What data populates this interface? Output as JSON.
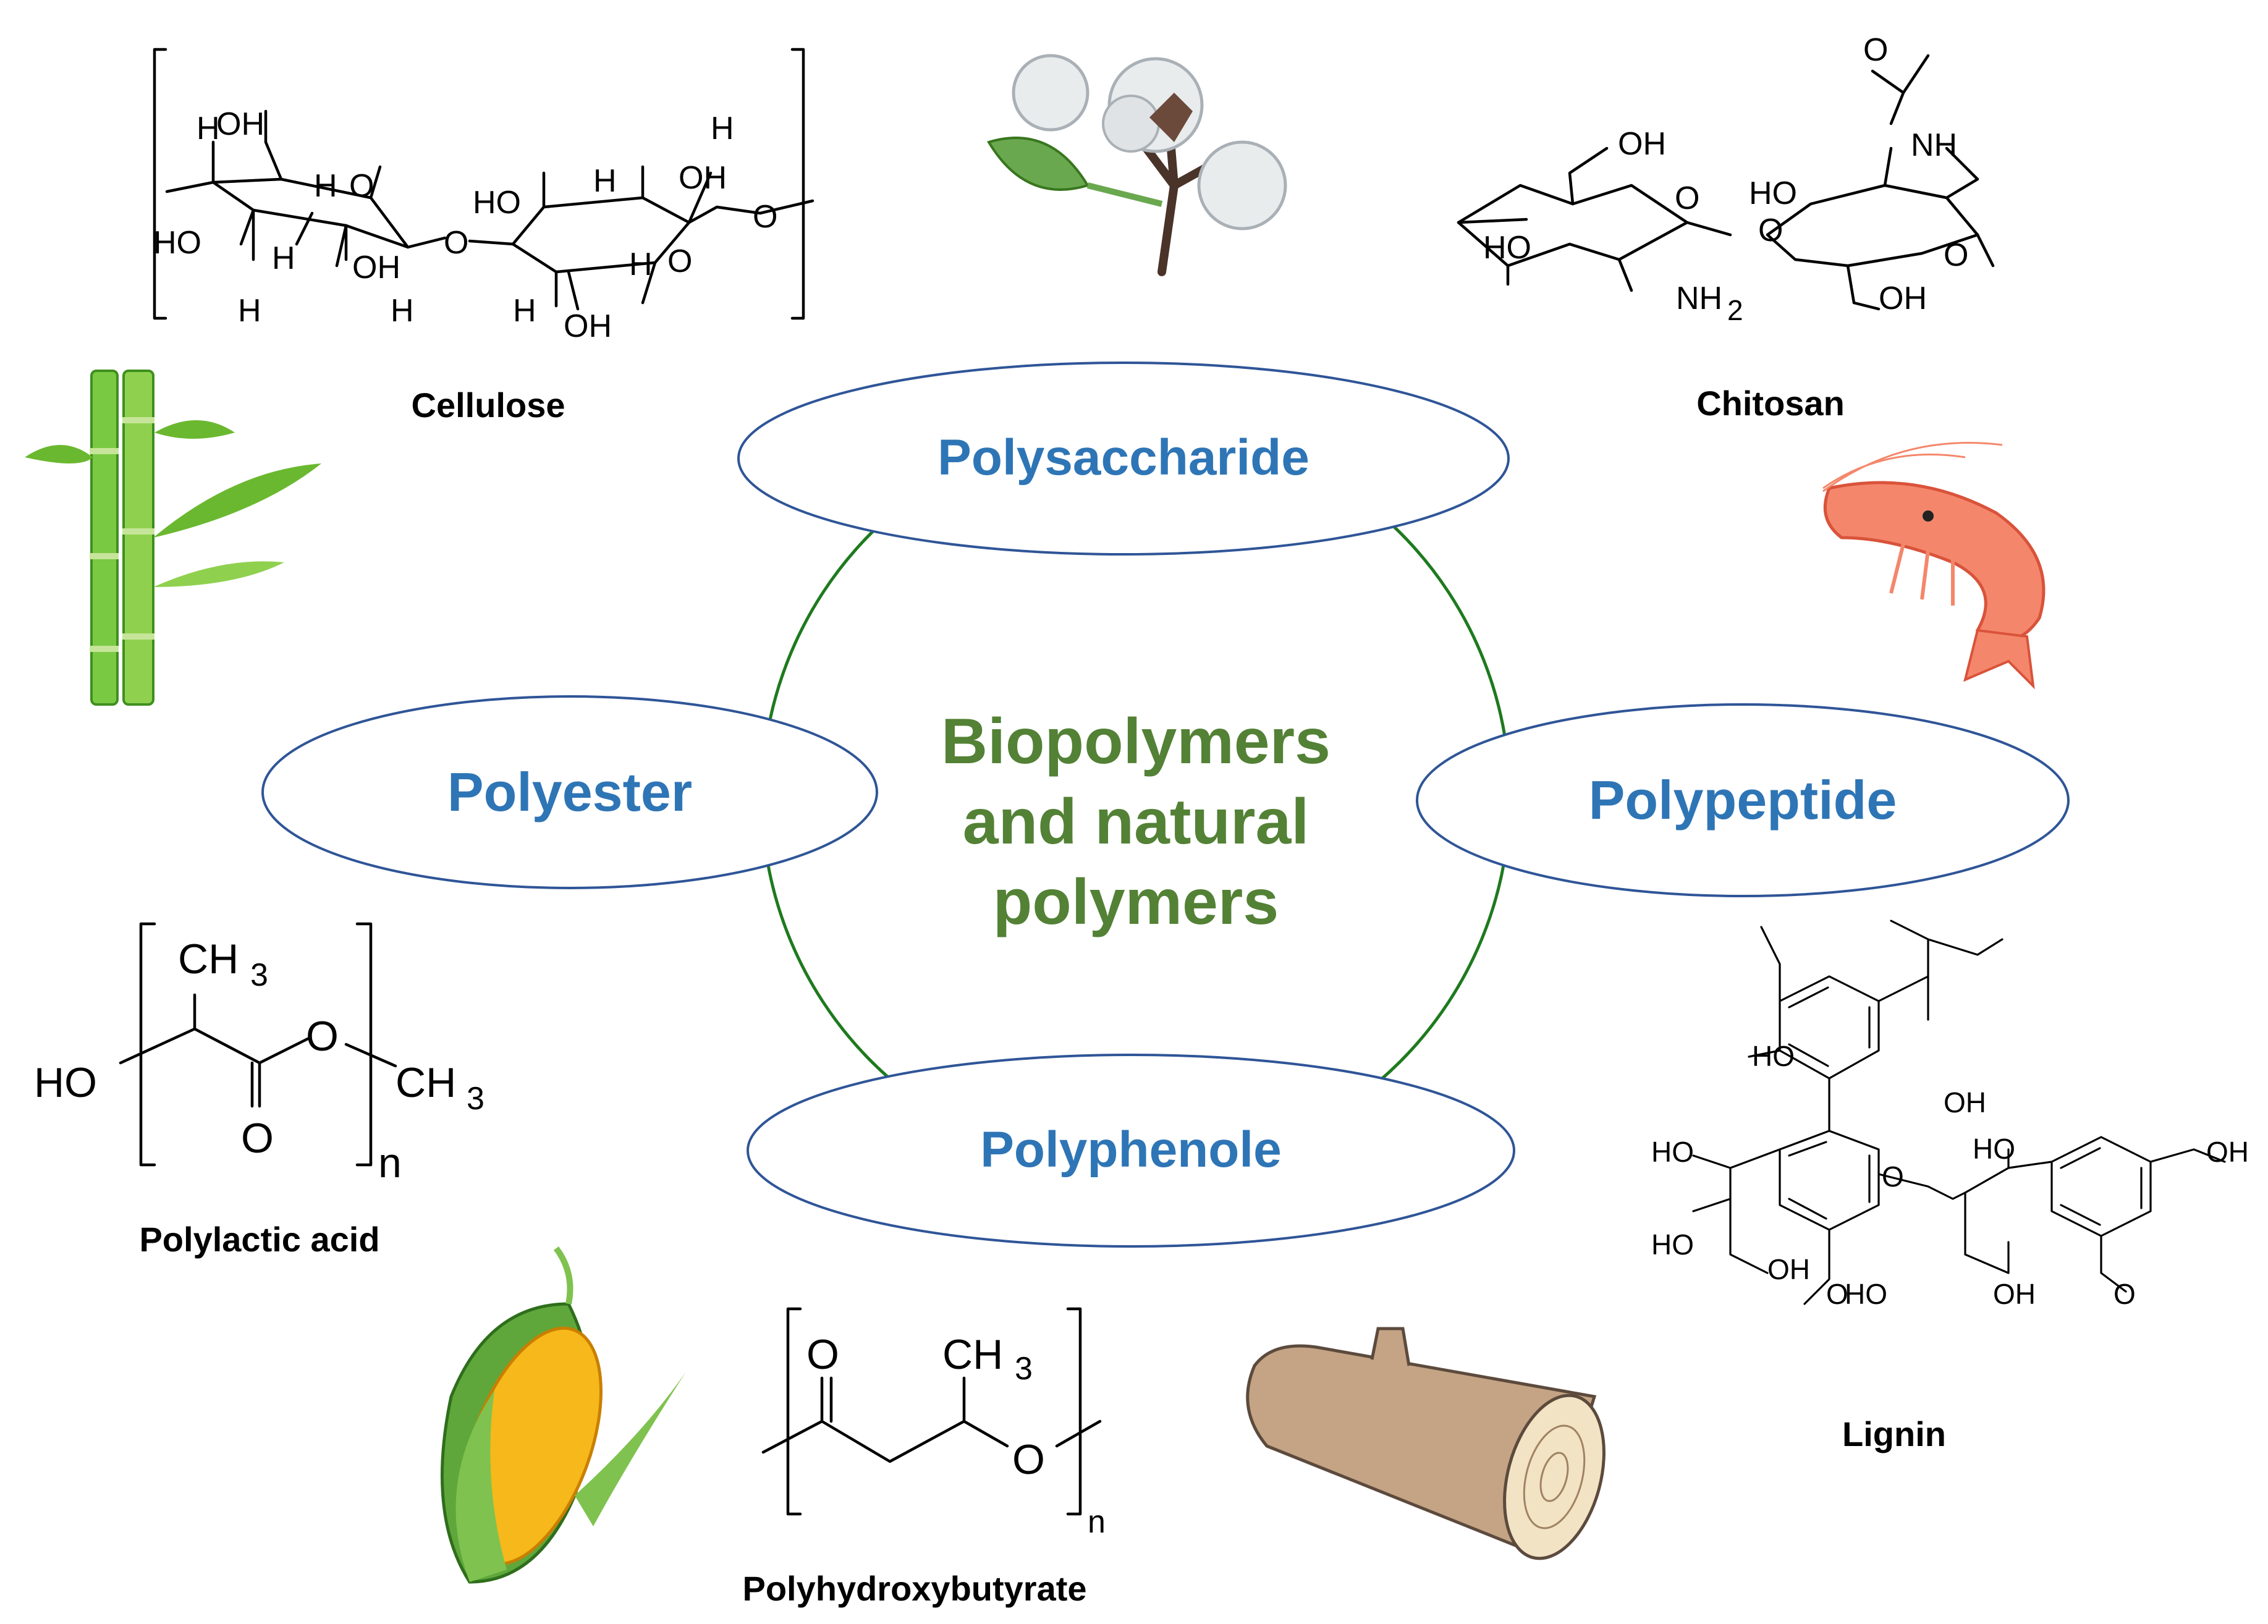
{
  "center": {
    "line1": "Biopolymers",
    "line2": "and natural",
    "line3": "polymers",
    "color": "#538135",
    "ring_color": "#1e7a1e"
  },
  "categories": {
    "polysaccharide": "Polysaccharide",
    "polyester": "Polyester",
    "polypeptide": "Polypeptide",
    "polyphenole": "Polyphenole",
    "color": "#2e75b6",
    "ellipse_stroke": "#2f5597"
  },
  "structures": {
    "cellulose": "Cellulose",
    "chitosan": "Chitosan",
    "polylactic_acid": "Polylactic acid",
    "polyhydroxybutyrate": "Polyhydroxybutyrate",
    "lignin": "Lignin"
  },
  "atoms": {
    "OH": "OH",
    "HO": "HO",
    "H": "H",
    "O": "O",
    "NH": "NH",
    "NH2": "NH",
    "CH3": "CH",
    "sub2": "2",
    "sub3": "3",
    "n": "n"
  },
  "illustrations": {
    "cotton": "cotton-icon",
    "bamboo": "bamboo-icon",
    "shrimp": "shrimp-icon",
    "corn": "corn-icon",
    "wood_log": "wood-log-icon"
  }
}
